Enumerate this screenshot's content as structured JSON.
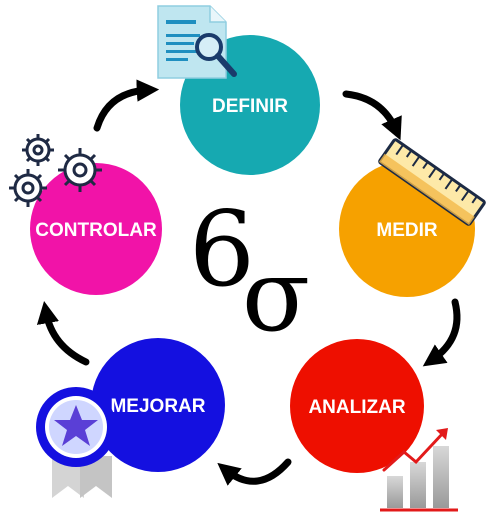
{
  "diagram": {
    "center_symbol_number": "6",
    "center_symbol_letter": "σ",
    "phases": [
      {
        "label": "DEFINIR",
        "color": "#16A9B1"
      },
      {
        "label": "MEDIR",
        "color": "#F6A100"
      },
      {
        "label": "ANALIZAR",
        "color": "#EE0F00"
      },
      {
        "label": "MEJORAR",
        "color": "#1410E0"
      },
      {
        "label": "CONTROLAR",
        "color": "#F113A8"
      }
    ],
    "icons": [
      {
        "name": "document-search-icon",
        "near": "DEFINIR"
      },
      {
        "name": "ruler-icon",
        "near": "MEDIR"
      },
      {
        "name": "bar-chart-icon",
        "near": "ANALIZAR"
      },
      {
        "name": "award-star-icon",
        "near": "MEJORAR"
      },
      {
        "name": "gears-icon",
        "near": "CONTROLAR"
      }
    ],
    "arrow_color": "#000000"
  }
}
